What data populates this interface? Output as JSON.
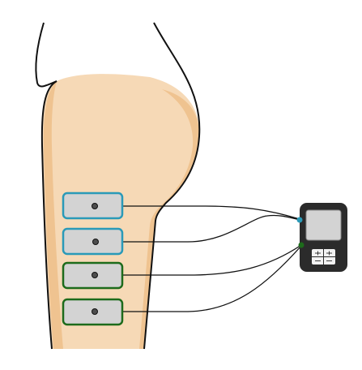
{
  "colors": {
    "background": "#ffffff",
    "skin_light": "#f6d9b6",
    "skin_shade": "#efc390",
    "outline": "#111111",
    "pad_fill": "#d3d3d3",
    "pad_border_blue": "#2a9ab8",
    "pad_border_green": "#1d6b1b",
    "wire": "#111111",
    "device_body": "#2b2b2b",
    "device_screen": "#d3d3d3",
    "device_buttons": "#f2f2f2",
    "connector_blue": "#2a9ab8",
    "connector_green": "#1d6b1b"
  },
  "pads": [
    {
      "channel": "blue"
    },
    {
      "channel": "blue"
    },
    {
      "channel": "green"
    },
    {
      "channel": "green"
    }
  ],
  "device": {
    "icon": "tens-unit-icon",
    "buttons": [
      "plus",
      "minus",
      "plus",
      "minus"
    ]
  }
}
